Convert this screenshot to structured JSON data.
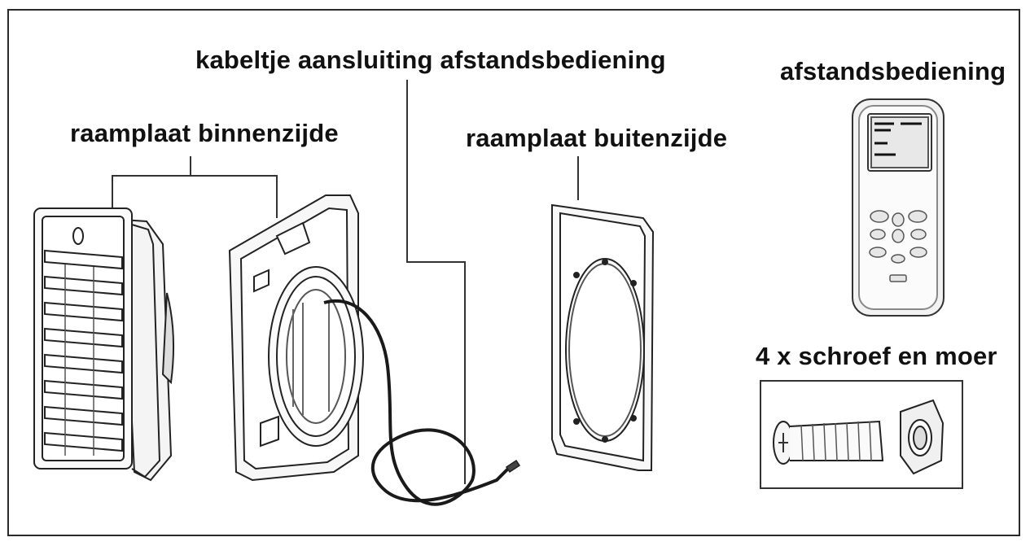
{
  "labels": {
    "cable": "kabeltje aansluiting afstandsbediening",
    "remote": "afstandsbediening",
    "inner_plate": "raamplaat binnenzijde",
    "outer_plate": "raamplaat buitenzijde",
    "screws": "4 x schroef en moer"
  },
  "colors": {
    "line": "#222222",
    "frame": "#2a2a2a"
  }
}
